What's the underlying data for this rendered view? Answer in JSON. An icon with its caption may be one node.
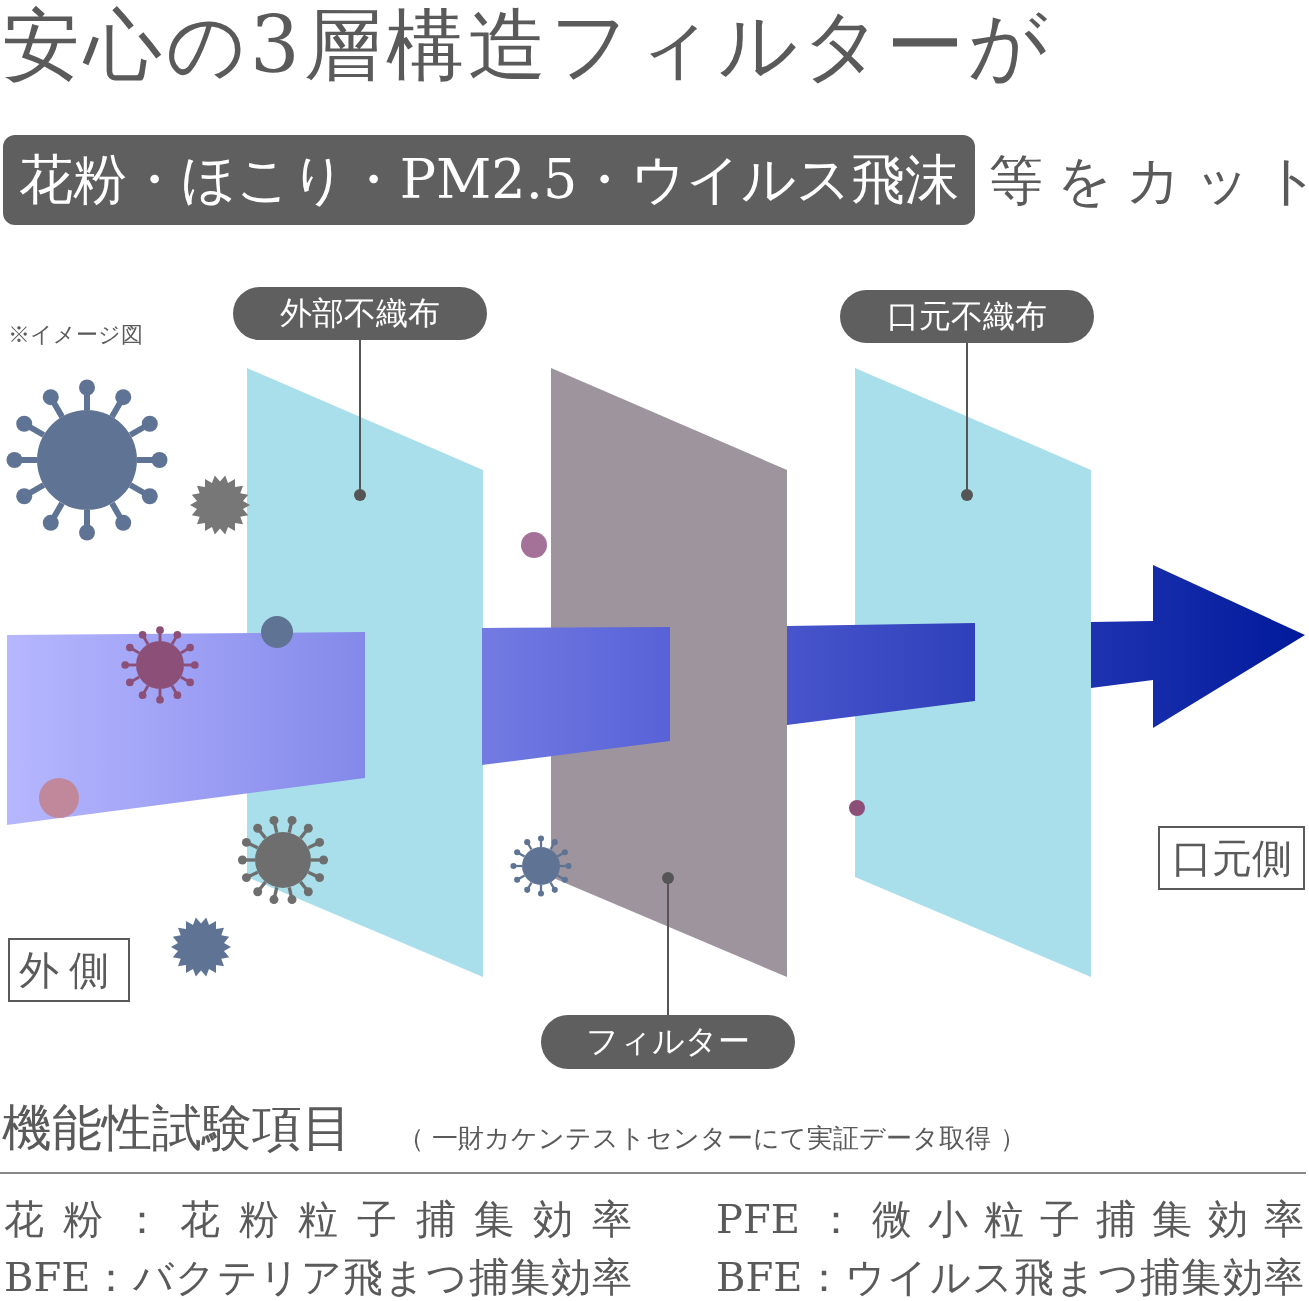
{
  "diagram": {
    "title": "安心の3層構造フィルターが",
    "nodes": [
      {
        "text": [
          "花粉・ほこり・PM2.5・ウイルス飛沫"
        ],
        "beside": [
          "等をカット"
        ]
      },
      {
        "text": [
          "外部不織布"
        ]
      },
      {
        "text": [
          "口元不織布"
        ]
      },
      {
        "text": [],
        "shape": "box"
      },
      {
        "text": [],
        "shape": "box"
      },
      {
        "text": [],
        "shape": "box"
      },
      {
        "text": [
          "フィルター"
        ]
      },
      {
        "text": [
          "外側"
        ]
      },
      {
        "text": [
          "口元側"
        ]
      }
    ],
    "edges": [
      {
        "from": 1,
        "to": 3,
        "arrow": "other"
      },
      {
        "from": 2,
        "to": 5,
        "arrow": "other"
      },
      {
        "from": 6,
        "to": 4,
        "arrow": "other"
      }
    ],
    "labels": [
      "※イメージ図",
      "機能性試験項目",
      "（ 一財カケンテストセンターにて実証データ取得 ）",
      "花粉：花粉粒子捕集効率",
      "PFE：微小粒子捕集効率",
      "BFE：バクテリア飛まつ捕集効率",
      "BFE：ウイルス飛まつ捕集効率"
    ]
  }
}
